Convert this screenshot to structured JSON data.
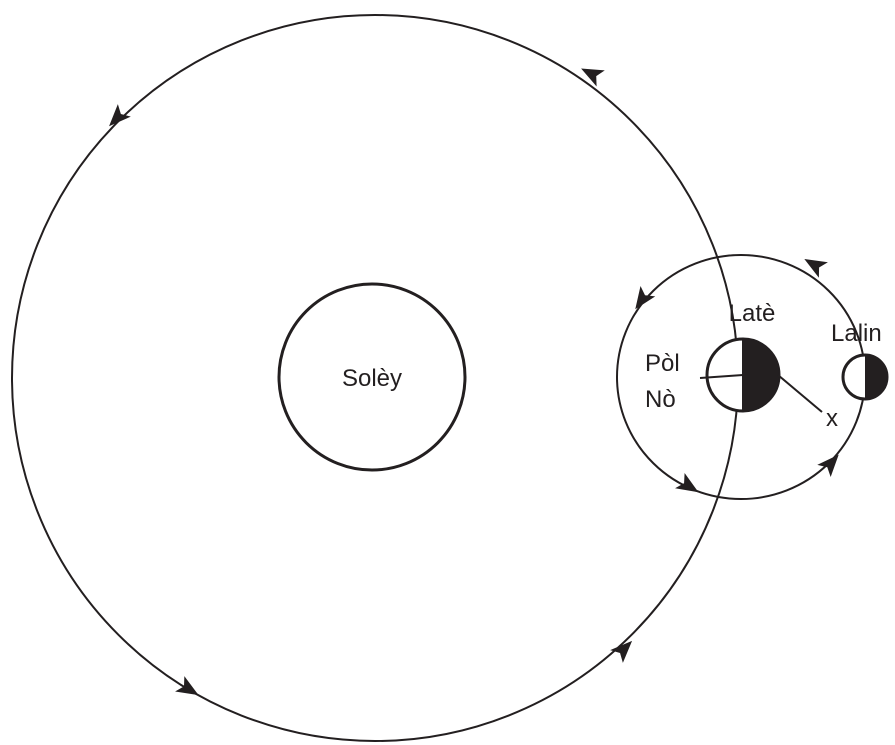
{
  "diagram": {
    "labels": {
      "sun": "Solèy",
      "earth": "Latè",
      "moon": "Lalin",
      "north_pole_line1": "Pòl",
      "north_pole_line2": "Nò",
      "point_x": "x"
    },
    "colors": {
      "line": "#231f20",
      "fill_dark": "#231f20",
      "background": "#ffffff"
    }
  }
}
